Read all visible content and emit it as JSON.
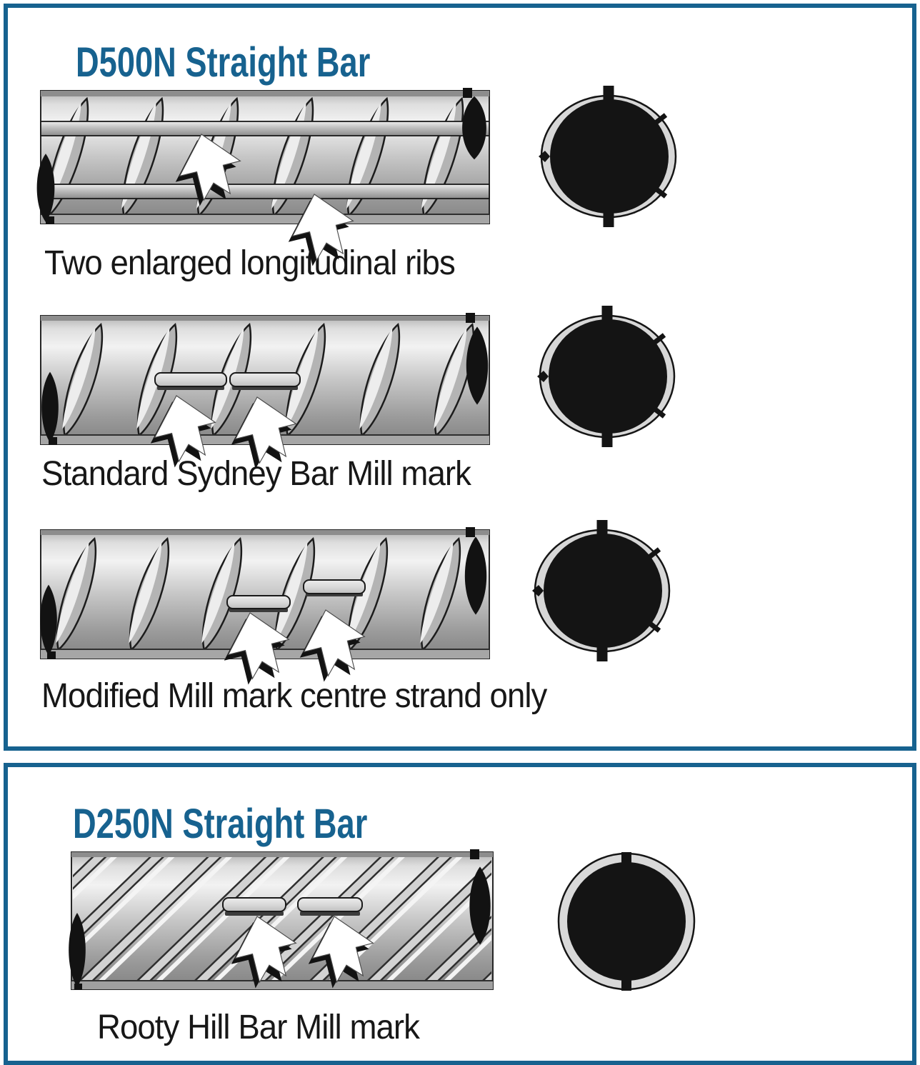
{
  "colors": {
    "accent": "#17628f",
    "caption_text": "#171717",
    "steel_highlight": "#f2f2f2",
    "steel_mid": "#c6c6c6",
    "steel_shadow": "#828282",
    "ink_black": "#121212"
  },
  "panels": [
    {
      "title": "D500N Straight Bar",
      "figures": [
        {
          "caption": "Two enlarged longitudinal ribs",
          "icons": [
            "up-arrow-icon",
            "up-arrow-icon",
            "rebar-side-view",
            "cross-section-end-view"
          ]
        },
        {
          "caption": "Standard Sydney Bar Mill mark",
          "icons": [
            "up-arrow-icon",
            "up-arrow-icon",
            "rebar-side-view",
            "cross-section-end-view"
          ]
        },
        {
          "caption": "Modified Mill mark centre strand only",
          "icons": [
            "up-arrow-icon",
            "up-arrow-icon",
            "rebar-side-view",
            "cross-section-end-view"
          ]
        }
      ]
    },
    {
      "title": "D250N Straight Bar",
      "figures": [
        {
          "caption": "Rooty Hill Bar Mill mark",
          "icons": [
            "up-arrow-icon",
            "up-arrow-icon",
            "rebar-side-view",
            "cross-section-end-view"
          ]
        }
      ]
    }
  ]
}
